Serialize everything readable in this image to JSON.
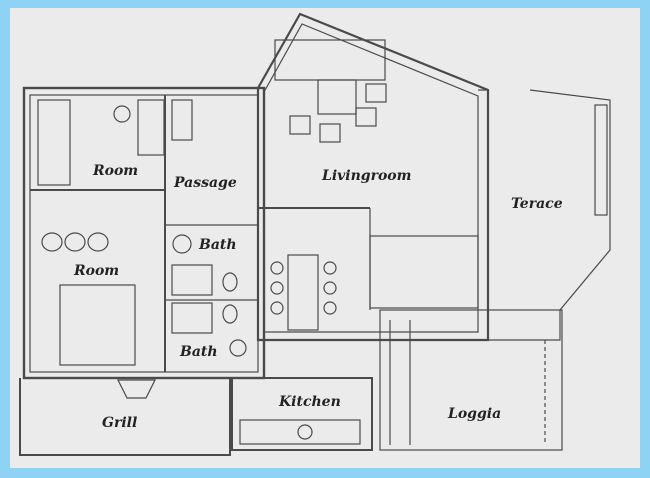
{
  "colors": {
    "frame": "#8fd3f4",
    "paper": "#ebebeb",
    "ink": "#4a4a4a",
    "text": "#222222"
  },
  "rooms": [
    {
      "name": "room-label-top",
      "label": "Room"
    },
    {
      "name": "passage-label",
      "label": "Passage"
    },
    {
      "name": "livingroom-label",
      "label": "Livingroom"
    },
    {
      "name": "terace-label",
      "label": "Terace"
    },
    {
      "name": "bath-label-top",
      "label": "Bath"
    },
    {
      "name": "room-label-bottom",
      "label": "Room"
    },
    {
      "name": "bath-label-bottom",
      "label": "Bath"
    },
    {
      "name": "kitchen-label",
      "label": "Kitchen"
    },
    {
      "name": "grill-label",
      "label": "Grill"
    },
    {
      "name": "loggia-label",
      "label": "Loggia"
    }
  ]
}
